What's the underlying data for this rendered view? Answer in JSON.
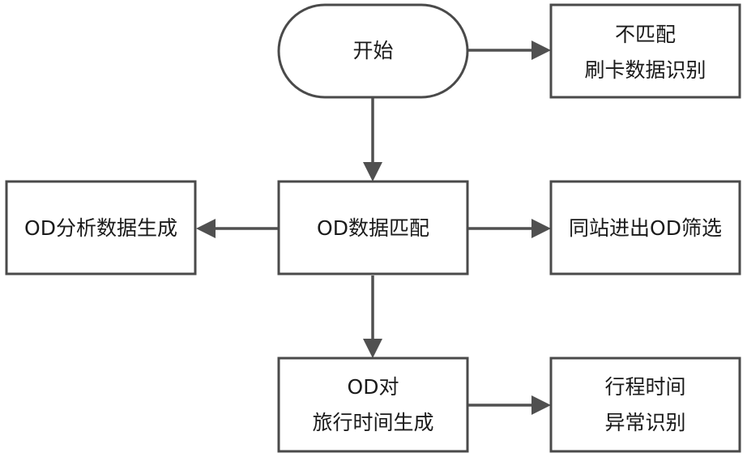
{
  "diagram": {
    "nodes": {
      "start": {
        "lines": [
          "开始"
        ]
      },
      "unmatched": {
        "lines": [
          "不匹配",
          "刷卡数据识别"
        ]
      },
      "od_match": {
        "lines": [
          "OD数据匹配"
        ]
      },
      "od_analysis": {
        "lines": [
          "OD分析数据生成"
        ]
      },
      "same_station": {
        "lines": [
          "同站进出OD筛选"
        ]
      },
      "od_travel_time": {
        "lines": [
          "OD对",
          "旅行时间生成"
        ]
      },
      "time_anomaly": {
        "lines": [
          "行程时间",
          "异常识别"
        ]
      }
    },
    "edges": [
      {
        "from": "start",
        "to": "unmatched"
      },
      {
        "from": "start",
        "to": "od_match"
      },
      {
        "from": "od_match",
        "to": "od_analysis"
      },
      {
        "from": "od_match",
        "to": "same_station"
      },
      {
        "from": "od_match",
        "to": "od_travel_time"
      },
      {
        "from": "od_travel_time",
        "to": "time_anomaly"
      }
    ],
    "colors": {
      "stroke": "#4a4a4a",
      "arrow": "#505050",
      "text": "#1a1a1a",
      "fill": "#ffffff"
    }
  }
}
